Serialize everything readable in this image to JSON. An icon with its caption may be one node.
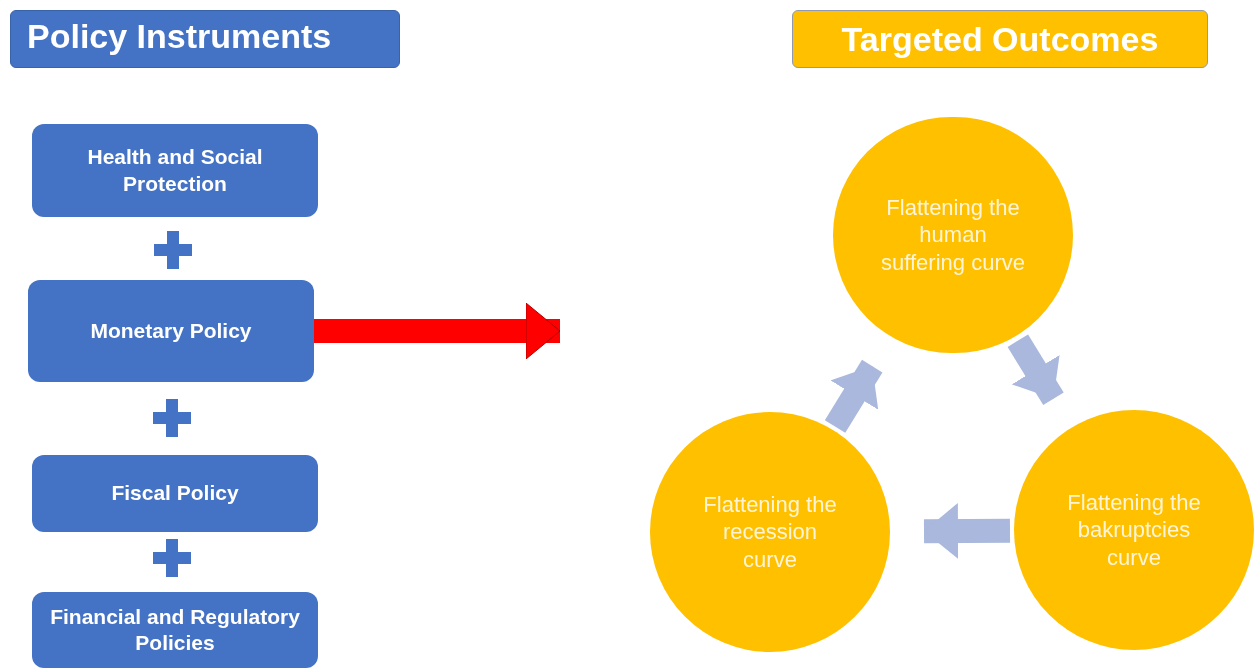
{
  "diagram": {
    "nodes": [
      {
        "text": [
          "Policy Instruments"
        ]
      },
      {
        "text": [
          "Targeted Outcomes"
        ]
      },
      {
        "text": [
          "Health and Social Protection"
        ]
      },
      {
        "text": [
          "Monetary Policy"
        ]
      },
      {
        "text": [
          "Fiscal Policy"
        ]
      },
      {
        "text": [
          "Financial and Regulatory Policies"
        ]
      },
      {
        "text": [
          "Flattening the human suffering curve"
        ]
      },
      {
        "text": [
          "Flattening the bakruptcies curve"
        ]
      },
      {
        "text": [
          "Flattening the recession curve"
        ]
      }
    ],
    "edges": [
      {
        "from": 3,
        "to": null,
        "arrow": "to",
        "color": "#ff0000"
      },
      {
        "from": 6,
        "to": 7,
        "arrow": "to"
      },
      {
        "from": 7,
        "to": 8,
        "arrow": "to"
      },
      {
        "from": 8,
        "to": 6,
        "arrow": "to"
      }
    ]
  }
}
